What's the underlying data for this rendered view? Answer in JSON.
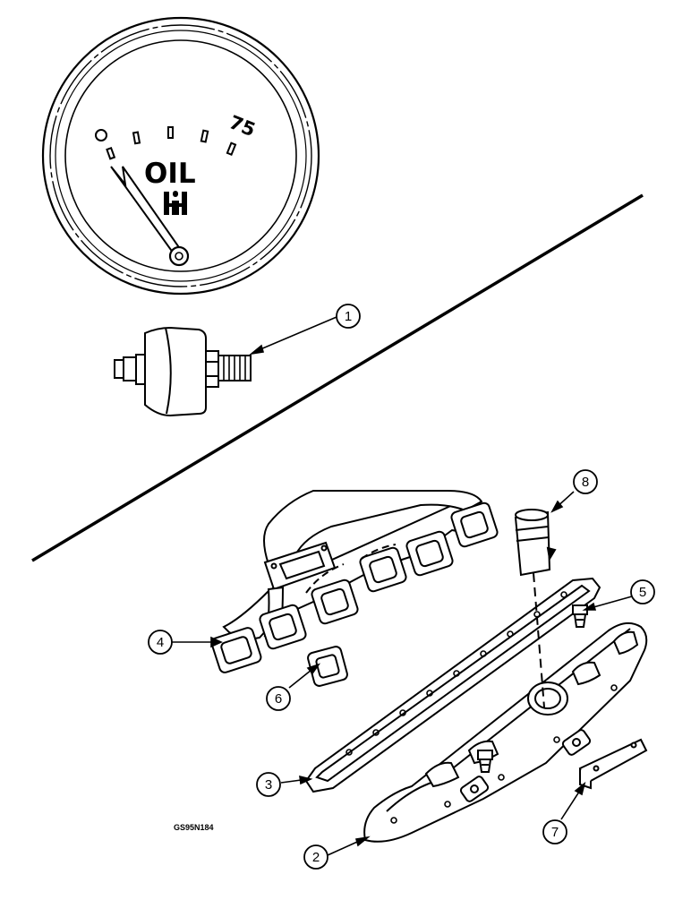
{
  "gauge": {
    "label": "OIL",
    "max_value": "75",
    "brand": "IH"
  },
  "callouts": [
    {
      "id": "1"
    },
    {
      "id": "2"
    },
    {
      "id": "3"
    },
    {
      "id": "4"
    },
    {
      "id": "5"
    },
    {
      "id": "6"
    },
    {
      "id": "7"
    },
    {
      "id": "8"
    }
  ],
  "figure_id": "GS95N184"
}
